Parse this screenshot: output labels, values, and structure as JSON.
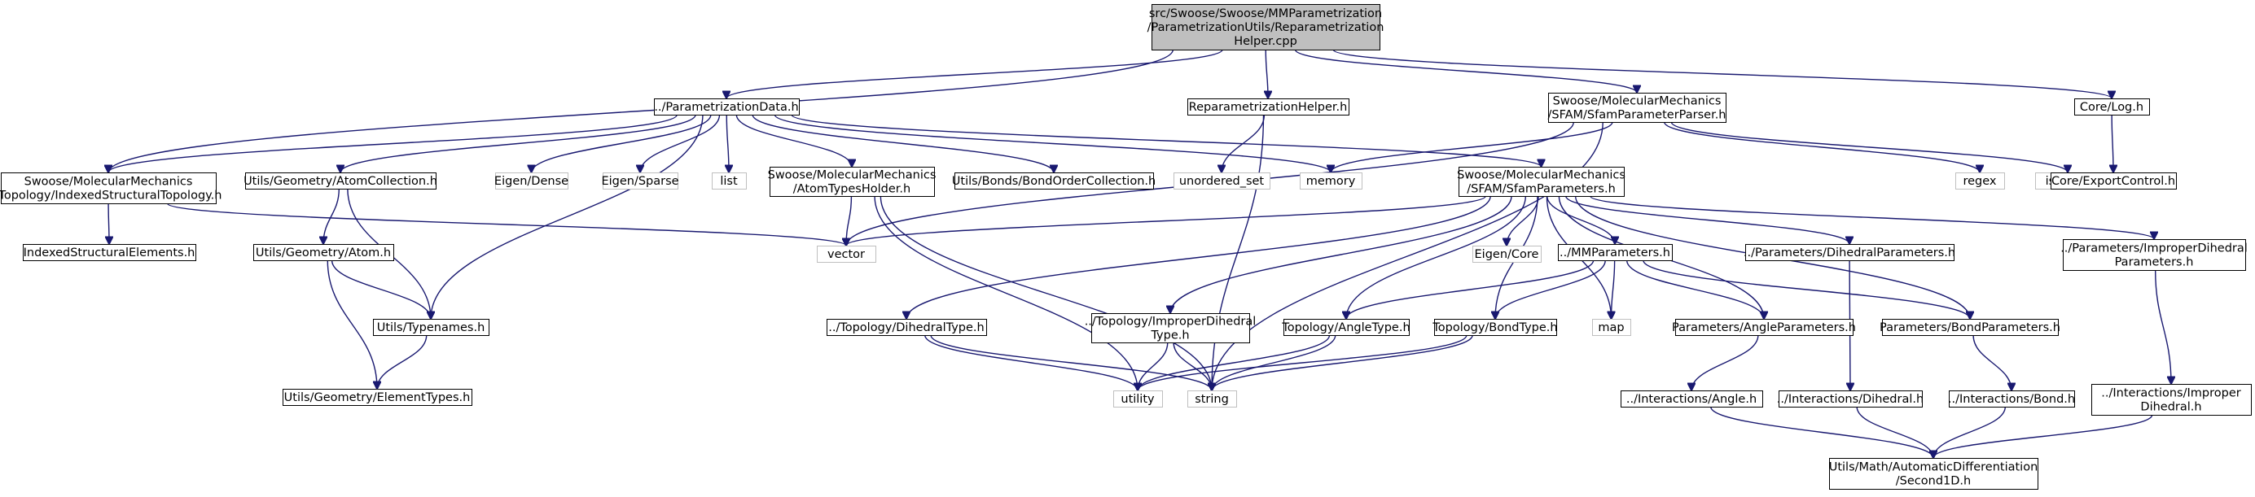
{
  "diagram": {
    "colors": {
      "edge": "#191970",
      "node_border": "#000000",
      "external_border": "#bfbfbf",
      "root_fill": "#bfbfbf",
      "node_fill": "#ffffff"
    },
    "nodes": [
      {
        "id": "root",
        "lines": [
          "src/Swoose/Swoose/MMParametrization",
          "/ParametrizationUtils/Reparametrization",
          "Helper.cpp"
        ],
        "kind": "root"
      },
      {
        "id": "paramdata",
        "lines": [
          "../ParametrizationData.h"
        ],
        "kind": "file"
      },
      {
        "id": "reparamhelper",
        "lines": [
          "ReparametrizationHelper.h"
        ],
        "kind": "file"
      },
      {
        "id": "sfamparser",
        "lines": [
          "Swoose/MolecularMechanics",
          "/SFAM/SfamParameterParser.h"
        ],
        "kind": "file"
      },
      {
        "id": "corelog",
        "lines": [
          "Core/Log.h"
        ],
        "kind": "file"
      },
      {
        "id": "indexedtopo",
        "lines": [
          "Swoose/MolecularMechanics",
          "/Topology/IndexedStructuralTopology.h"
        ],
        "kind": "file"
      },
      {
        "id": "atomcoll",
        "lines": [
          "Utils/Geometry/AtomCollection.h"
        ],
        "kind": "file"
      },
      {
        "id": "eigendense",
        "lines": [
          "Eigen/Dense"
        ],
        "kind": "ext"
      },
      {
        "id": "eigensparse",
        "lines": [
          "Eigen/Sparse"
        ],
        "kind": "ext"
      },
      {
        "id": "list",
        "lines": [
          "list"
        ],
        "kind": "ext"
      },
      {
        "id": "atomtypes",
        "lines": [
          "Swoose/MolecularMechanics",
          "/AtomTypesHolder.h"
        ],
        "kind": "file"
      },
      {
        "id": "bondorder",
        "lines": [
          "Utils/Bonds/BondOrderCollection.h"
        ],
        "kind": "file"
      },
      {
        "id": "unordered",
        "lines": [
          "unordered_set"
        ],
        "kind": "ext"
      },
      {
        "id": "memory",
        "lines": [
          "memory"
        ],
        "kind": "ext"
      },
      {
        "id": "sfamparams",
        "lines": [
          "Swoose/MolecularMechanics",
          "/SFAM/SfamParameters.h"
        ],
        "kind": "file"
      },
      {
        "id": "regex",
        "lines": [
          "regex"
        ],
        "kind": "ext"
      },
      {
        "id": "istream",
        "lines": [
          "istream"
        ],
        "kind": "ext"
      },
      {
        "id": "exportctrl",
        "lines": [
          "Core/ExportControl.h"
        ],
        "kind": "file"
      },
      {
        "id": "indexedelems",
        "lines": [
          "IndexedStructuralElements.h"
        ],
        "kind": "file"
      },
      {
        "id": "atomh",
        "lines": [
          "Utils/Geometry/Atom.h"
        ],
        "kind": "file"
      },
      {
        "id": "vector",
        "lines": [
          "vector"
        ],
        "kind": "ext"
      },
      {
        "id": "eigencore",
        "lines": [
          "Eigen/Core"
        ],
        "kind": "ext"
      },
      {
        "id": "mmparams",
        "lines": [
          "../MMParameters.h"
        ],
        "kind": "file"
      },
      {
        "id": "dihedralparams",
        "lines": [
          "../Parameters/DihedralParameters.h"
        ],
        "kind": "file"
      },
      {
        "id": "improperparams",
        "lines": [
          "../Parameters/ImproperDihedral",
          "Parameters.h"
        ],
        "kind": "file"
      },
      {
        "id": "typenames",
        "lines": [
          "Utils/Typenames.h"
        ],
        "kind": "file"
      },
      {
        "id": "dihedraltype",
        "lines": [
          "../Topology/DihedralType.h"
        ],
        "kind": "file"
      },
      {
        "id": "impropertype",
        "lines": [
          "../Topology/ImproperDihedral",
          "Type.h"
        ],
        "kind": "file"
      },
      {
        "id": "angletype",
        "lines": [
          "Topology/AngleType.h"
        ],
        "kind": "file"
      },
      {
        "id": "bondtype",
        "lines": [
          "Topology/BondType.h"
        ],
        "kind": "file"
      },
      {
        "id": "map",
        "lines": [
          "map"
        ],
        "kind": "ext"
      },
      {
        "id": "angleparams",
        "lines": [
          "Parameters/AngleParameters.h"
        ],
        "kind": "file"
      },
      {
        "id": "bondparams",
        "lines": [
          "Parameters/BondParameters.h"
        ],
        "kind": "file"
      },
      {
        "id": "elementtypes",
        "lines": [
          "Utils/Geometry/ElementTypes.h"
        ],
        "kind": "file"
      },
      {
        "id": "utility",
        "lines": [
          "utility"
        ],
        "kind": "ext"
      },
      {
        "id": "string",
        "lines": [
          "string"
        ],
        "kind": "ext"
      },
      {
        "id": "iangle",
        "lines": [
          "../Interactions/Angle.h"
        ],
        "kind": "file"
      },
      {
        "id": "idihedral",
        "lines": [
          "../Interactions/Dihedral.h"
        ],
        "kind": "file"
      },
      {
        "id": "ibond",
        "lines": [
          "../Interactions/Bond.h"
        ],
        "kind": "file"
      },
      {
        "id": "iimproper",
        "lines": [
          "../Interactions/Improper",
          "Dihedral.h"
        ],
        "kind": "file"
      },
      {
        "id": "second1d",
        "lines": [
          "Utils/Math/AutomaticDifferentiation",
          "/Second1D.h"
        ],
        "kind": "file"
      }
    ],
    "edges": [
      [
        "root",
        "paramdata"
      ],
      [
        "root",
        "reparamhelper"
      ],
      [
        "root",
        "sfamparser"
      ],
      [
        "root",
        "corelog"
      ],
      [
        "root",
        "indexedtopo"
      ],
      [
        "paramdata",
        "indexedtopo"
      ],
      [
        "paramdata",
        "atomcoll"
      ],
      [
        "paramdata",
        "eigendense"
      ],
      [
        "paramdata",
        "eigensparse"
      ],
      [
        "paramdata",
        "list"
      ],
      [
        "paramdata",
        "atomtypes"
      ],
      [
        "paramdata",
        "bondorder"
      ],
      [
        "paramdata",
        "memory"
      ],
      [
        "paramdata",
        "sfamparams"
      ],
      [
        "paramdata",
        "typenames"
      ],
      [
        "reparamhelper",
        "unordered"
      ],
      [
        "reparamhelper",
        "string"
      ],
      [
        "sfamparser",
        "memory"
      ],
      [
        "sfamparser",
        "regex"
      ],
      [
        "sfamparser",
        "istream"
      ],
      [
        "sfamparser",
        "vector"
      ],
      [
        "sfamparser",
        "string"
      ],
      [
        "corelog",
        "exportctrl"
      ],
      [
        "indexedtopo",
        "indexedelems"
      ],
      [
        "indexedtopo",
        "vector"
      ],
      [
        "atomcoll",
        "atomh"
      ],
      [
        "atomcoll",
        "typenames"
      ],
      [
        "atomh",
        "typenames"
      ],
      [
        "atomh",
        "elementtypes"
      ],
      [
        "typenames",
        "elementtypes"
      ],
      [
        "atomtypes",
        "vector"
      ],
      [
        "atomtypes",
        "utility"
      ],
      [
        "atomtypes",
        "string"
      ],
      [
        "sfamparams",
        "vector"
      ],
      [
        "sfamparams",
        "eigencore"
      ],
      [
        "sfamparams",
        "mmparams"
      ],
      [
        "sfamparams",
        "dihedralparams"
      ],
      [
        "sfamparams",
        "improperparams"
      ],
      [
        "sfamparams",
        "dihedraltype"
      ],
      [
        "sfamparams",
        "impropertype"
      ],
      [
        "sfamparams",
        "angletype"
      ],
      [
        "sfamparams",
        "bondtype"
      ],
      [
        "sfamparams",
        "map"
      ],
      [
        "sfamparams",
        "angleparams"
      ],
      [
        "sfamparams",
        "bondparams"
      ],
      [
        "mmparams",
        "angletype"
      ],
      [
        "mmparams",
        "bondtype"
      ],
      [
        "mmparams",
        "map"
      ],
      [
        "mmparams",
        "angleparams"
      ],
      [
        "mmparams",
        "bondparams"
      ],
      [
        "dihedralparams",
        "idihedral"
      ],
      [
        "improperparams",
        "iimproper"
      ],
      [
        "dihedraltype",
        "utility"
      ],
      [
        "dihedraltype",
        "string"
      ],
      [
        "impropertype",
        "utility"
      ],
      [
        "impropertype",
        "string"
      ],
      [
        "angletype",
        "utility"
      ],
      [
        "angletype",
        "string"
      ],
      [
        "bondtype",
        "utility"
      ],
      [
        "bondtype",
        "string"
      ],
      [
        "angleparams",
        "iangle"
      ],
      [
        "bondparams",
        "ibond"
      ],
      [
        "iangle",
        "second1d"
      ],
      [
        "idihedral",
        "second1d"
      ],
      [
        "ibond",
        "second1d"
      ],
      [
        "iimproper",
        "second1d"
      ]
    ]
  }
}
